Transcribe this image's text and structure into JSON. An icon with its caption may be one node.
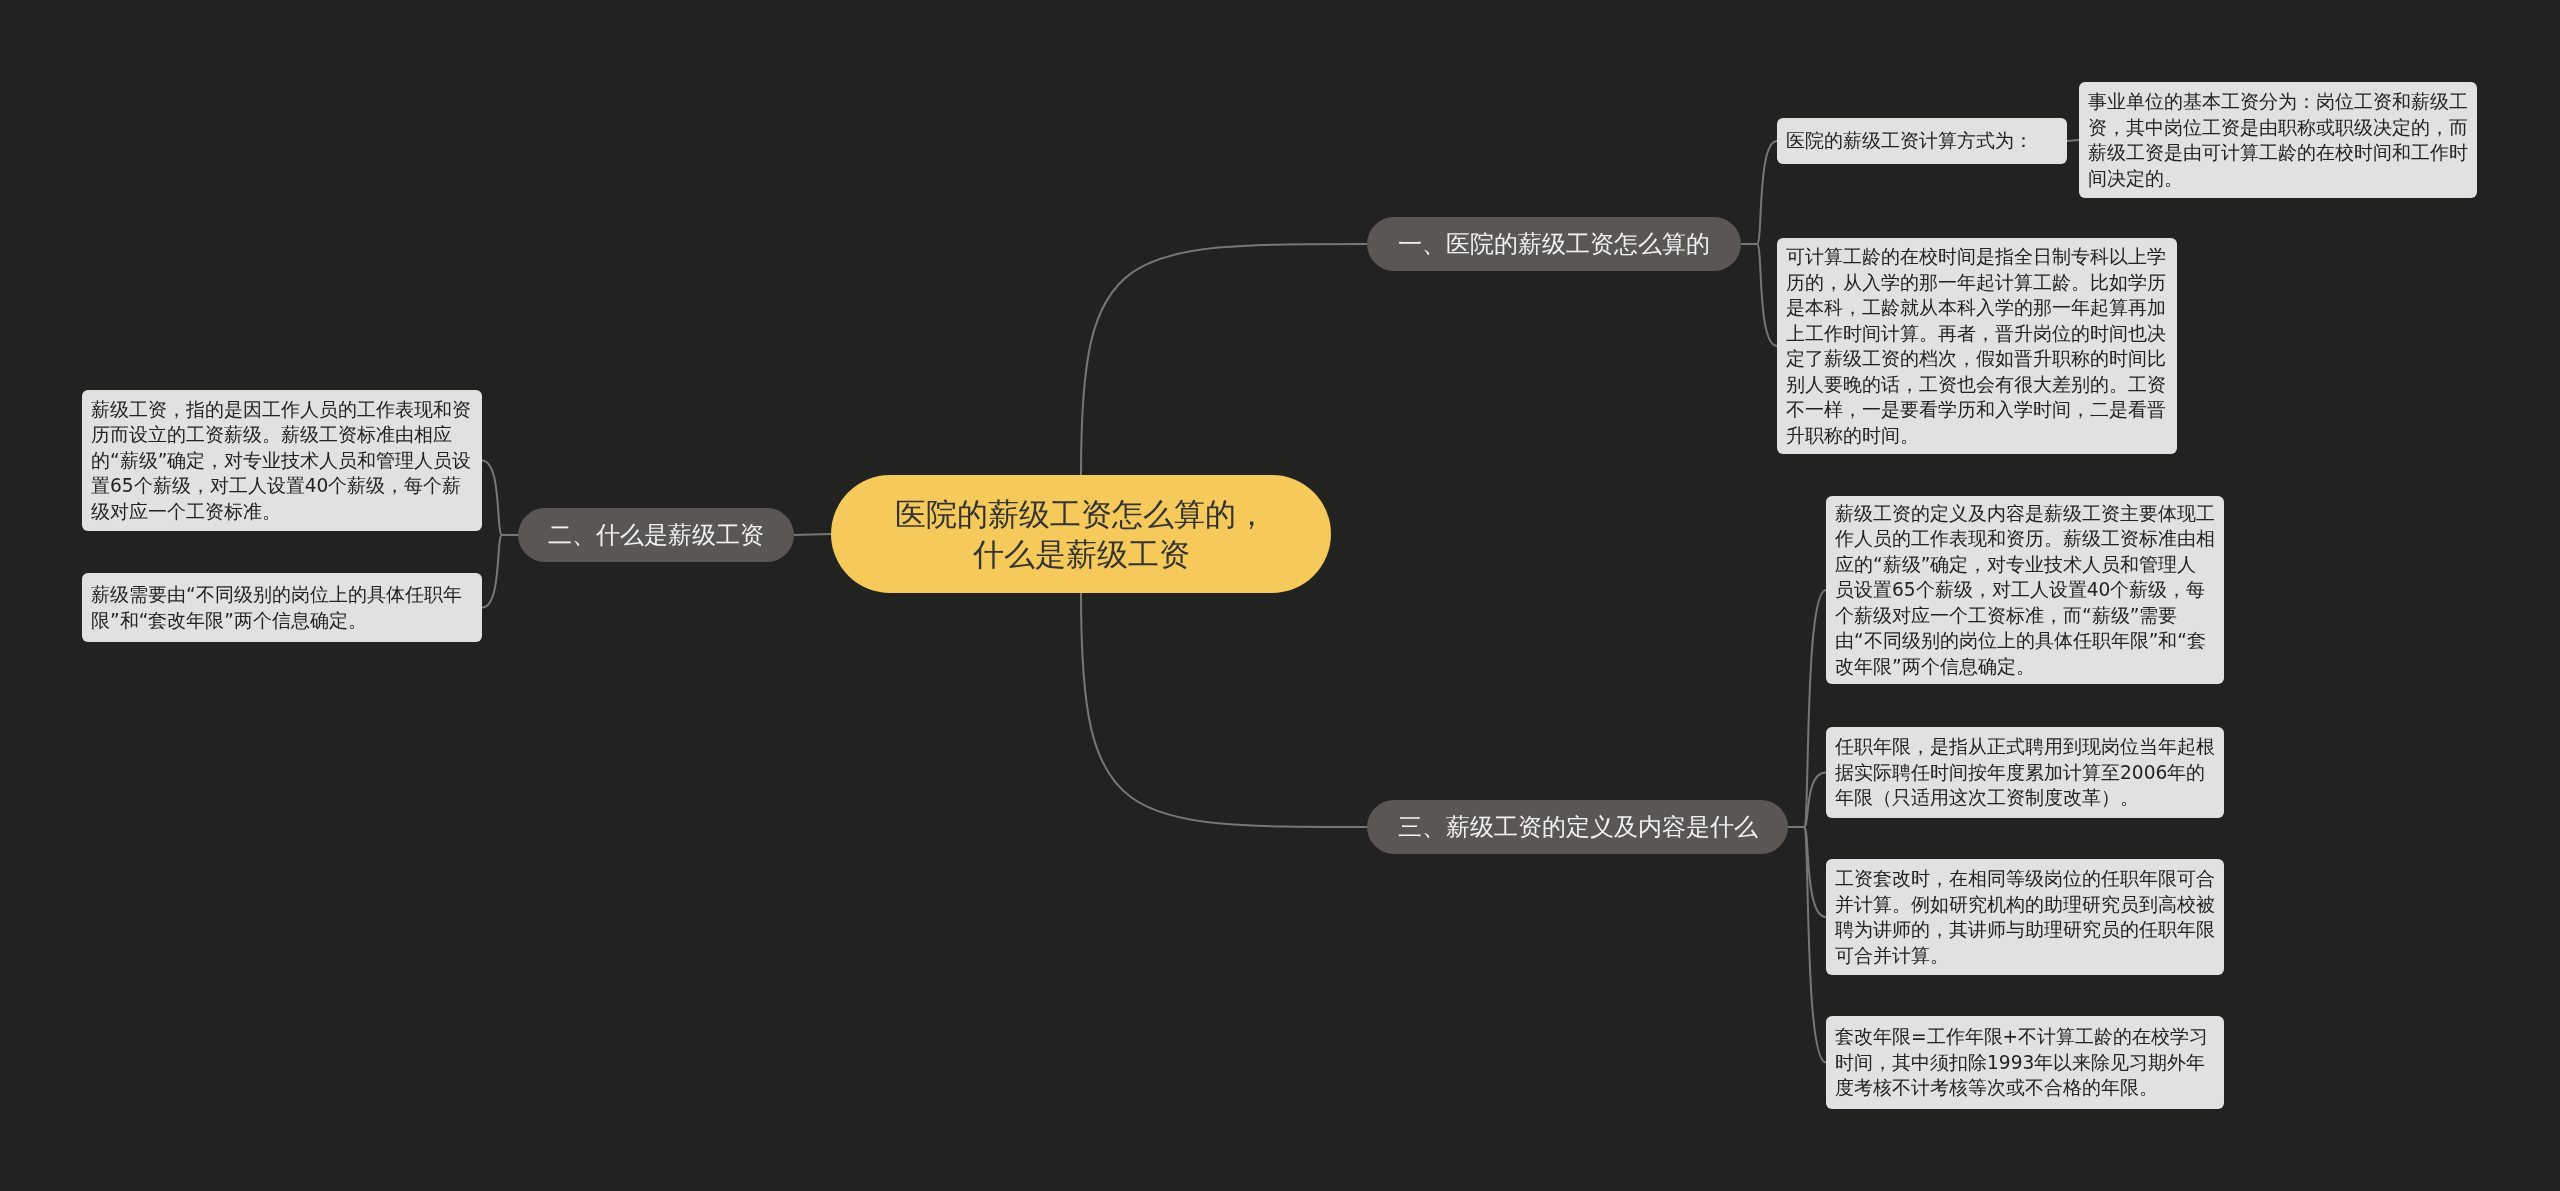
{
  "diagram": {
    "nodes": [
      {
        "text": [
          "医院的薪级工资怎么算的，什么是薪级工资"
        ]
      },
      {
        "text": [
          "一、医院的薪级工资怎么算的"
        ]
      },
      {
        "text": [
          "医院的薪级工资计算方式为："
        ]
      },
      {
        "text": [
          "事业单位的基本工资分为：岗位工资和薪级工资，其中岗位工资是由职称或职级决定的，而薪级工资是由可计算工龄的在校时间和工作时间决定的。"
        ]
      },
      {
        "text": [
          "可计算工龄的在校时间是指全日制专科以上学历的，从入学的那一年起计算工龄。比如学历是本科，工龄就从本科入学的那一年起算再加上工作时间计算。再者，晋升岗位的时间也决定了薪级工资的档次，假如晋升职称的时间比别人要晚的话，工资也会有很大差别的。工资不一样，一是要看学历和入学时间，二是看晋升职称的时间。"
        ]
      },
      {
        "text": [
          "二、什么是薪级工资"
        ]
      },
      {
        "text": [
          "薪级工资，指的是因工作人员的工作表现和资历而设立的工资薪级。薪级工资标准由相应的“薪级”确定，对专业技术人员和管理人员设置65个薪级，对工人设置40个薪级，每个薪级对应一个工资标准。"
        ]
      },
      {
        "text": [
          "薪级需要由“不同级别的岗位上的具体任职年限”和“套改年限”两个信息确定。"
        ]
      },
      {
        "text": [
          "三、薪级工资的定义及内容是什么"
        ]
      },
      {
        "text": [
          "薪级工资的定义及内容是薪级工资主要体现工作人员的工作表现和资历。薪级工资标准由相应的“薪级”确定，对专业技术人员和管理人员设置65个薪级，对工人设置40个薪级，每个薪级对应一个工资标准，而“薪级”需要由“不同级别的岗位上的具体任职年限”和“套改年限”两个信息确定。"
        ]
      },
      {
        "text": [
          "任职年限，是指从正式聘用到现岗位当年起根据实际聘任时间按年度累加计算至2006年的年限（只适用这次工资制度改革）。"
        ]
      },
      {
        "text": [
          "工资套改时，在相同等级岗位的任职年限可合并计算。例如研究机构的助理研究员到高校被聘为讲师的，其讲师与助理研究员的任职年限可合并计算。"
        ]
      },
      {
        "text": [
          "套改年限=工作年限+不计算工龄的在校学习时间，其中须扣除1993年以来除见习期外年度考核不计考核等次或不合格的年限。"
        ]
      }
    ],
    "edges": [
      {
        "from": 0,
        "to": 1,
        "arrow": "none"
      },
      {
        "from": 1,
        "to": 2,
        "arrow": "none"
      },
      {
        "from": 2,
        "to": 3,
        "arrow": "none"
      },
      {
        "from": 1,
        "to": 4,
        "arrow": "none"
      },
      {
        "from": 0,
        "to": 5,
        "arrow": "none"
      },
      {
        "from": 5,
        "to": 6,
        "arrow": "none"
      },
      {
        "from": 5,
        "to": 7,
        "arrow": "none"
      },
      {
        "from": 0,
        "to": 8,
        "arrow": "none"
      },
      {
        "from": 8,
        "to": 9,
        "arrow": "none"
      },
      {
        "from": 8,
        "to": 10,
        "arrow": "none"
      },
      {
        "from": 8,
        "to": 11,
        "arrow": "none"
      },
      {
        "from": 8,
        "to": 12,
        "arrow": "none"
      }
    ]
  }
}
